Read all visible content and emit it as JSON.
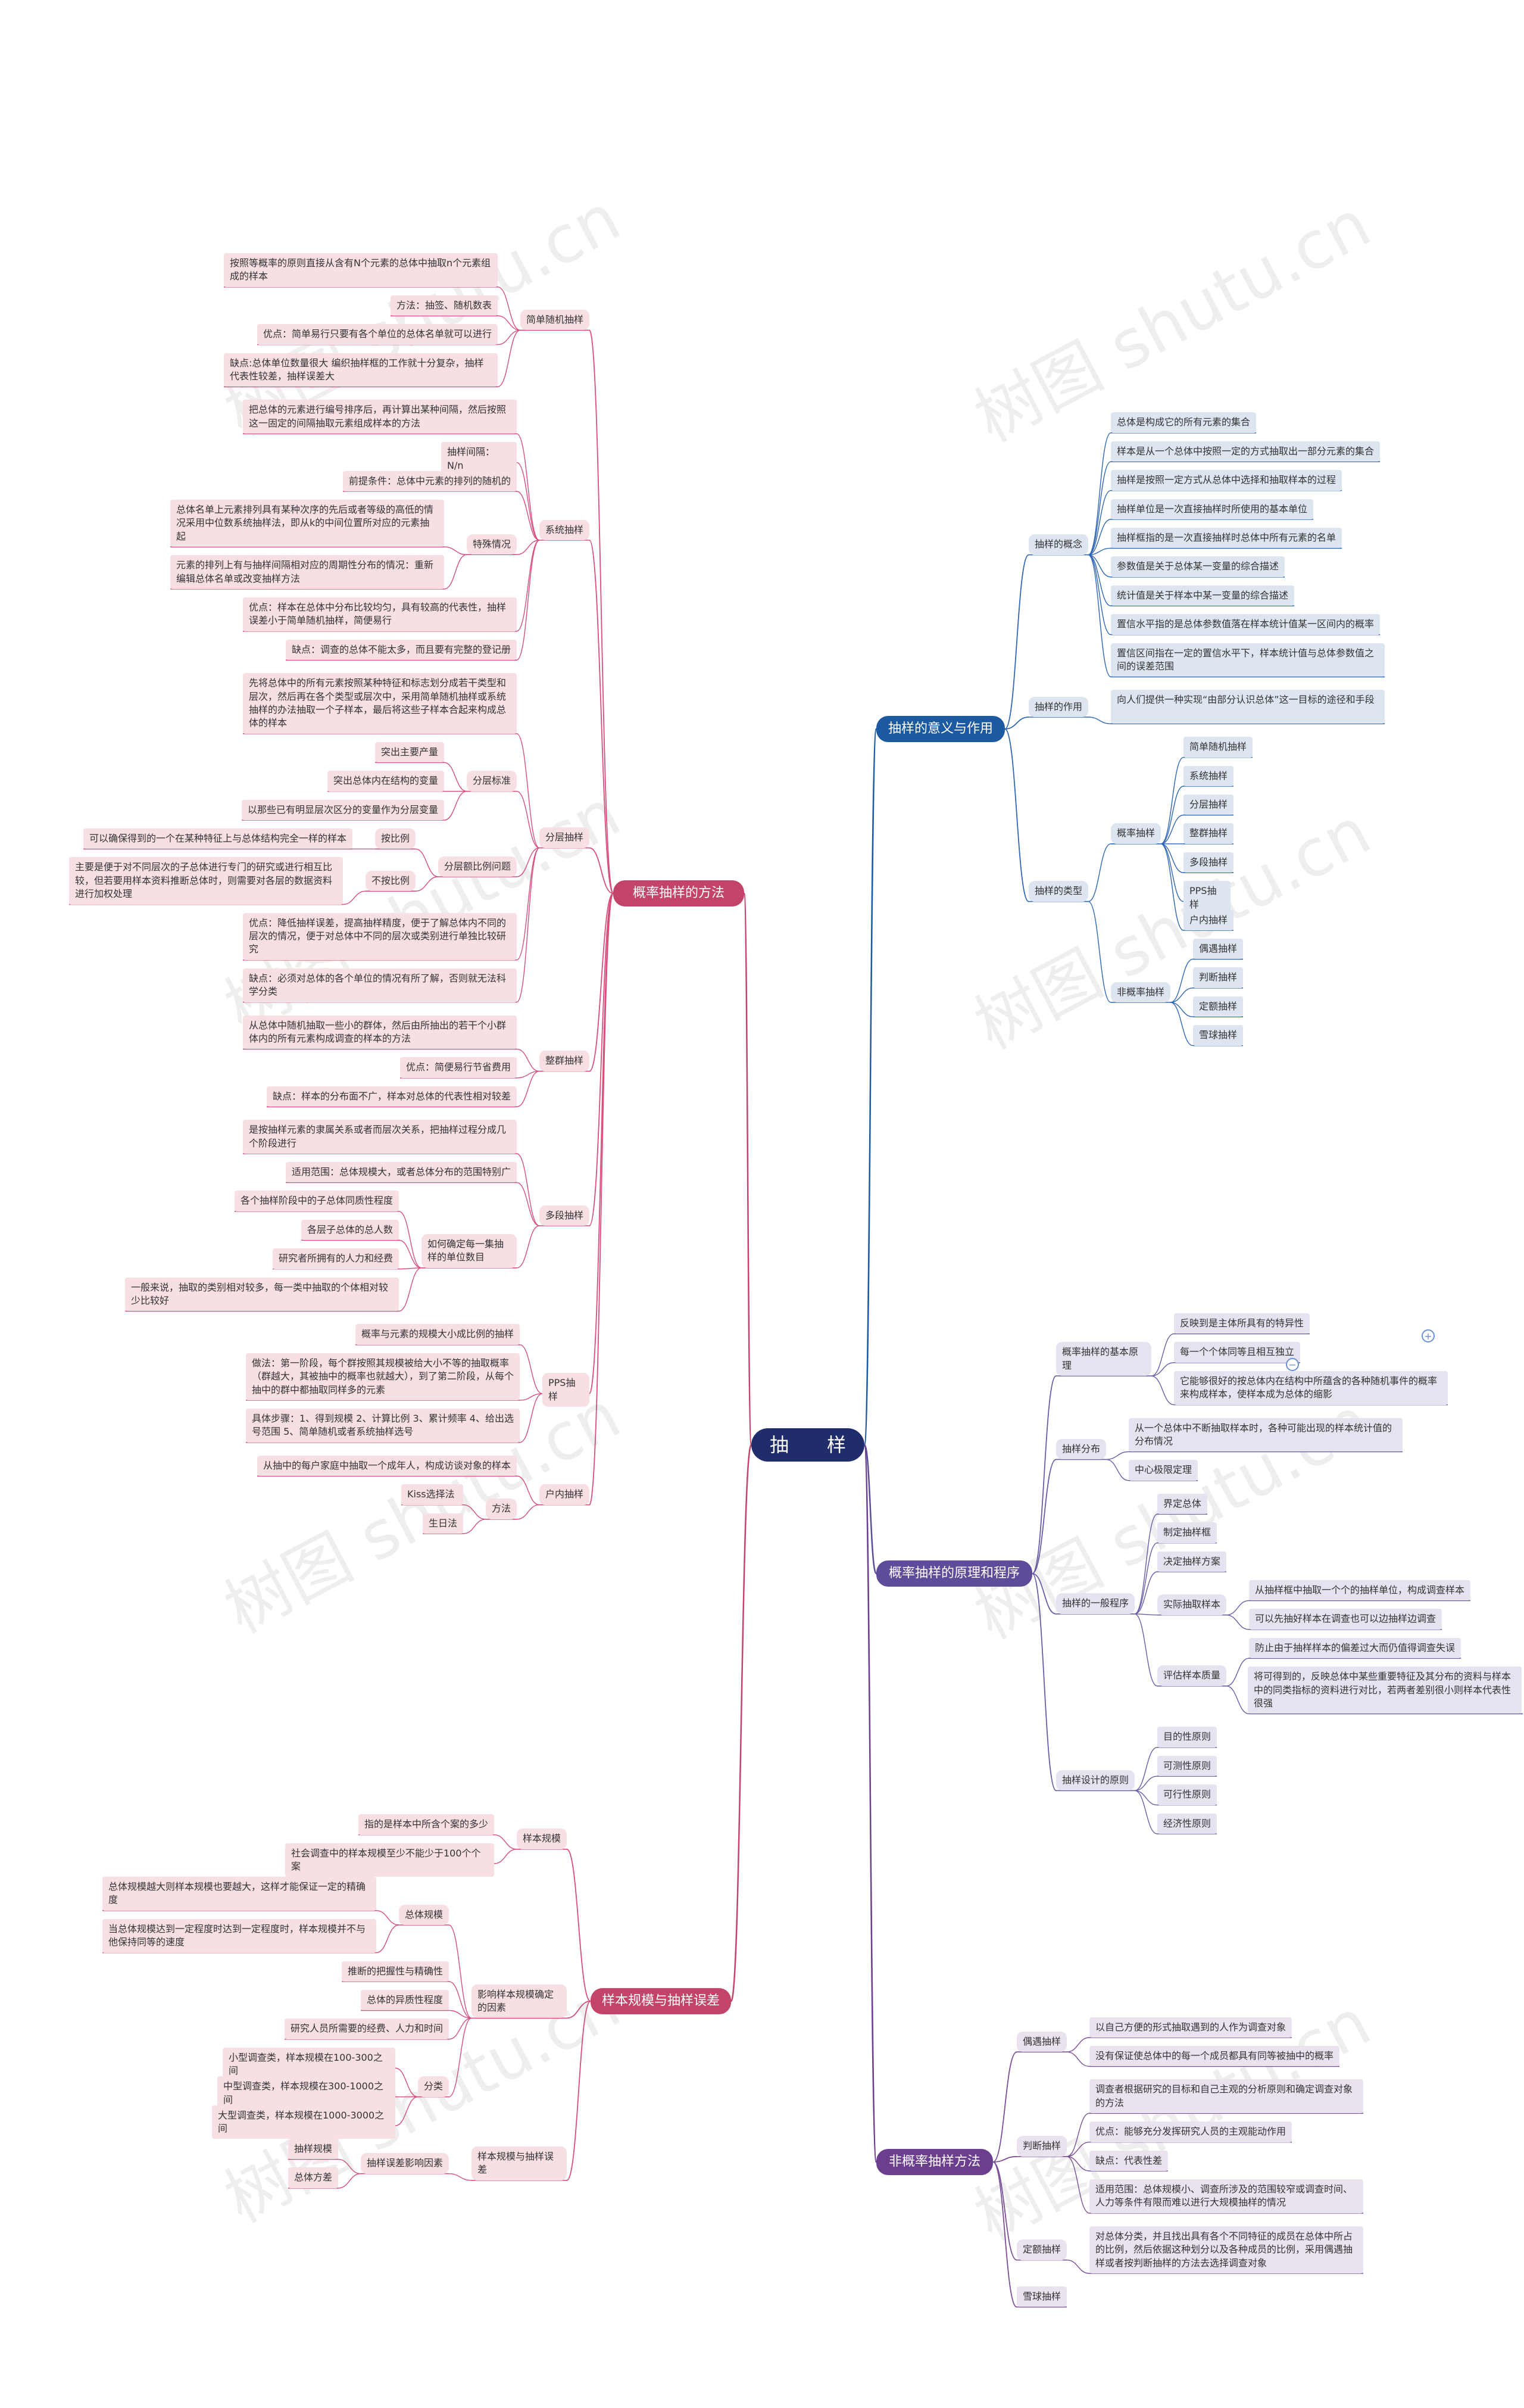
{
  "watermark": "树图 shutu.cn",
  "colors": {
    "root": "#1f2d6b",
    "main": "#c44469",
    "main2": "#c44469",
    "main3": "#1b5aa0",
    "main4": "#5e4b9a",
    "main5": "#6c3f8e",
    "pinkFill": "#f7dfe4",
    "pinkLine": "#d84e79",
    "blueFill": "#dde5f0",
    "blueLine": "#2e66b3",
    "purpleFill": "#e6e2ef",
    "purpleLine": "#6a5aa8",
    "violetFill": "#ebe2ef",
    "violetLine": "#7b4e98"
  },
  "icons": {
    "collapse": "−",
    "expand": "+"
  },
  "mindmap": {
    "id": "root",
    "text": "抽　　样",
    "children": [
      {
        "id": "m1",
        "text": "概率抽样的方法",
        "color": "pink",
        "children": [
          {
            "id": "m1a",
            "text": "简单随机抽样",
            "children": [
              {
                "text": "按照等概率的原则直接从含有N个元素的总体中抽取n个元素组成的样本"
              },
              {
                "text": "方法：抽签、随机数表"
              },
              {
                "text": "优点：简单易行只要有各个单位的总体名单就可以进行"
              },
              {
                "text": "缺点:总体单位数量很大 编织抽样框的工作就十分复杂，抽样代表性较差，抽样误差大"
              }
            ]
          },
          {
            "id": "m1b",
            "text": "系统抽样",
            "children": [
              {
                "text": "把总体的元素进行编号排序后，再计算出某种间隔，然后按照这一固定的间隔抽取元素组成样本的方法"
              },
              {
                "text": "抽样间隔：N/n"
              },
              {
                "text": "前提条件：总体中元素的排列的随机的"
              },
              {
                "text": "特殊情况",
                "children": [
                  {
                    "text": "总体名单上元素排列具有某种次序的先后或者等级的高低的情况采用中位数系统抽样法，即从k的中间位置所对应的元素抽起"
                  },
                  {
                    "text": "元素的排列上有与抽样间隔相对应的周期性分布的情况：重新编辑总体名单或改变抽样方法"
                  }
                ]
              },
              {
                "text": "优点：样本在总体中分布比较均匀，具有较高的代表性，抽样误差小于简单随机抽样，简便易行"
              },
              {
                "text": "缺点：调查的总体不能太多，而且要有完整的登记册"
              }
            ]
          },
          {
            "id": "m1c",
            "text": "分层抽样",
            "children": [
              {
                "text": "先将总体中的所有元素按照某种特征和标志划分成若干类型和层次，然后再在各个类型或层次中，采用简单随机抽样或系统抽样的办法抽取一个子样本，最后将这些子样本合起来构成总体的样本"
              },
              {
                "text": "分层标准",
                "children": [
                  {
                    "text": "突出主要产量"
                  },
                  {
                    "text": "突出总体内在结构的变量"
                  },
                  {
                    "text": "以那些已有明显层次区分的变量作为分层变量"
                  }
                ]
              },
              {
                "text": "分层额比例问题",
                "children": [
                  {
                    "text": "按比例",
                    "children": [
                      {
                        "text": "可以确保得到的一个在某种特征上与总体结构完全一样的样本"
                      }
                    ]
                  },
                  {
                    "text": "不按比例",
                    "children": [
                      {
                        "text": "主要是便于对不同层次的子总体进行专门的研究或进行相互比较，但若要用样本资料推断总体时，则需要对各层的数据资料进行加权处理"
                      }
                    ]
                  }
                ]
              },
              {
                "text": "优点：降低抽样误差，提高抽样精度，便于了解总体内不同的层次的情况，便于对总体中不同的层次或类别进行单独比较研究"
              },
              {
                "text": "缺点：必须对总体的各个单位的情况有所了解，否则就无法科学分类"
              }
            ]
          },
          {
            "id": "m1d",
            "text": "整群抽样",
            "children": [
              {
                "text": "从总体中随机抽取一些小的群体，然后由所抽出的若干个小群体内的所有元素构成调查的样本的方法"
              },
              {
                "text": "优点：简便易行节省费用"
              },
              {
                "text": "缺点：样本的分布面不广，样本对总体的代表性相对较差"
              }
            ]
          },
          {
            "id": "m1e",
            "text": "多段抽样",
            "children": [
              {
                "text": "是按抽样元素的隶属关系或者而层次关系，把抽样过程分成几个阶段进行"
              },
              {
                "text": "适用范围：总体规模大，或者总体分布的范围特别广"
              },
              {
                "text": "如何确定每一集抽样的单位数目",
                "children": [
                  {
                    "text": "各个抽样阶段中的子总体同质性程度"
                  },
                  {
                    "text": "各层子总体的总人数"
                  },
                  {
                    "text": "研究者所拥有的人力和经费"
                  },
                  {
                    "text": "一般来说，抽取的类别相对较多，每一类中抽取的个体相对较少比较好"
                  }
                ]
              }
            ]
          },
          {
            "id": "m1f",
            "text": "PPS抽样",
            "children": [
              {
                "text": "概率与元素的规模大小成比例的抽样"
              },
              {
                "text": "做法：第一阶段，每个群按照其规模被给大小不等的抽取概率（群越大，其被抽中的概率也就越大），到了第二阶段，从每个抽中的群中都抽取同样多的元素"
              },
              {
                "text": "具体步骤：1、得到规模 2、计算比例 3、累计频率 4、给出选号范围 5、简单随机或者系统抽样选号"
              }
            ]
          },
          {
            "id": "m1g",
            "text": "户内抽样",
            "children": [
              {
                "text": "从抽中的每户家庭中抽取一个成年人，构成访谈对象的样本"
              },
              {
                "text": "方法",
                "children": [
                  {
                    "text": "Kiss选择法"
                  },
                  {
                    "text": "生日法"
                  }
                ]
              }
            ]
          }
        ]
      },
      {
        "id": "m2",
        "text": "样本规模与抽样误差",
        "color": "pink",
        "children": [
          {
            "text": "样本规模",
            "children": [
              {
                "text": "指的是样本中所含个案的多少"
              },
              {
                "text": "社会调查中的样本规模至少不能少于100个个案"
              }
            ]
          },
          {
            "text": "影响样本规模确定的因素",
            "children": [
              {
                "text": "总体规模",
                "children": [
                  {
                    "text": "总体规模越大则样本规模也要越大，这样才能保证一定的精确度"
                  },
                  {
                    "text": "当总体规模达到一定程度时达到一定程度时，样本规模并不与他保持同等的速度"
                  }
                ]
              },
              {
                "text": "推断的把握性与精确性"
              },
              {
                "text": "总体的异质性程度"
              },
              {
                "text": "研究人员所需要的经费、人力和时间"
              },
              {
                "text": "分类",
                "children": [
                  {
                    "text": "小型调查类，样本规模在100-300之间"
                  },
                  {
                    "text": "中型调查类，样本规模在300-1000之间"
                  },
                  {
                    "text": "大型调查类，样本规模在1000-3000之间"
                  }
                ]
              }
            ]
          },
          {
            "text": "样本规模与抽样误差",
            "children": [
              {
                "text": "抽样误差影响因素",
                "children": [
                  {
                    "text": "抽样规模"
                  },
                  {
                    "text": "总体方差"
                  }
                ]
              }
            ]
          }
        ]
      },
      {
        "id": "m3",
        "text": "抽样的意义与作用",
        "color": "blue",
        "children": [
          {
            "text": "抽样的概念",
            "children": [
              {
                "text": "总体是构成它的所有元素的集合"
              },
              {
                "text": "样本是从一个总体中按照一定的方式抽取出一部分元素的集合"
              },
              {
                "text": "抽样是按照一定方式从总体中选择和抽取样本的过程"
              },
              {
                "text": "抽样单位是一次直接抽样时所使用的基本单位"
              },
              {
                "text": "抽样框指的是一次直接抽样时总体中所有元素的名单"
              },
              {
                "text": "参数值是关于总体某一变量的综合描述"
              },
              {
                "text": "统计值是关于样本中某一变量的综合描述"
              },
              {
                "text": "置信水平指的是总体参数值落在样本统计值某一区间内的概率"
              },
              {
                "text": "置信区间指在一定的置信水平下，样本统计值与总体参数值之间的误差范围"
              }
            ]
          },
          {
            "text": "抽样的作用",
            "children": [
              {
                "text": "向人们提供一种实现“由部分认识总体”这一目标的途径和手段"
              }
            ]
          },
          {
            "text": "抽样的类型",
            "children": [
              {
                "text": "概率抽样",
                "children": [
                  {
                    "text": "简单随机抽样"
                  },
                  {
                    "text": "系统抽样"
                  },
                  {
                    "text": "分层抽样"
                  },
                  {
                    "text": "整群抽样"
                  },
                  {
                    "text": "多段抽样"
                  },
                  {
                    "text": "PPS抽样"
                  },
                  {
                    "text": "户内抽样"
                  }
                ]
              },
              {
                "text": "非概率抽样",
                "children": [
                  {
                    "text": "偶遇抽样"
                  },
                  {
                    "text": "判断抽样"
                  },
                  {
                    "text": "定额抽样"
                  },
                  {
                    "text": "雪球抽样"
                  }
                ]
              }
            ]
          }
        ]
      },
      {
        "id": "m4",
        "text": "概率抽样的原理和程序",
        "color": "purple",
        "children": [
          {
            "text": "概率抽样的基本原理",
            "children": [
              {
                "text": "反映到是主体所具有的特异性"
              },
              {
                "text": "每一个个体同等且相互独立"
              },
              {
                "text": "它能够很好的按总体内在结构中所蕴含的各种随机事件的概率来构成样本，使样本成为总体的缩影"
              }
            ]
          },
          {
            "text": "抽样分布",
            "children": [
              {
                "text": "从一个总体中不断抽取样本时，各种可能出现的样本统计值的分布情况"
              },
              {
                "text": "中心极限定理"
              }
            ]
          },
          {
            "text": "抽样的一般程序",
            "children": [
              {
                "text": "界定总体"
              },
              {
                "text": "制定抽样框"
              },
              {
                "text": "决定抽样方案"
              },
              {
                "text": "实际抽取样本",
                "children": [
                  {
                    "text": "从抽样框中抽取一个个的抽样单位，构成调查样本"
                  },
                  {
                    "text": "可以先抽好样本在调查也可以边抽样边调查"
                  }
                ]
              },
              {
                "text": "评估样本质量",
                "children": [
                  {
                    "text": "防止由于抽样样本的偏差过大而仍值得调查失误"
                  },
                  {
                    "text": "将可得到的，反映总体中某些重要特征及其分布的资料与样本中的同类指标的资料进行对比，若两者差别很小则样本代表性很强"
                  }
                ]
              }
            ]
          },
          {
            "text": "抽样设计的原则",
            "children": [
              {
                "text": "目的性原则"
              },
              {
                "text": "可测性原则"
              },
              {
                "text": "可行性原则"
              },
              {
                "text": "经济性原则"
              }
            ]
          }
        ]
      },
      {
        "id": "m5",
        "text": "非概率抽样方法",
        "color": "violet",
        "children": [
          {
            "text": "偶遇抽样",
            "children": [
              {
                "text": "以自己方便的形式抽取遇到的人作为调查对象"
              },
              {
                "text": "没有保证使总体中的每一个成员都具有同等被抽中的概率"
              }
            ]
          },
          {
            "text": "判断抽样",
            "children": [
              {
                "text": "调查者根据研究的目标和自己主观的分析原则和确定调查对象的方法"
              },
              {
                "text": "优点：能够充分发挥研究人员的主观能动作用"
              },
              {
                "text": "缺点：代表性差"
              },
              {
                "text": "适用范围：总体规模小、调查所涉及的范围较窄或调查时间、人力等条件有限而难以进行大规模抽样的情况"
              }
            ]
          },
          {
            "text": "定额抽样",
            "children": [
              {
                "text": "对总体分类，并且找出具有各个不同特征的成员在总体中所占的比例，然后依据这种划分以及各种成员的比例，采用偶遇抽样或者按判断抽样的方法去选择调查对象"
              }
            ]
          },
          {
            "text": "雪球抽样"
          }
        ]
      }
    ]
  }
}
